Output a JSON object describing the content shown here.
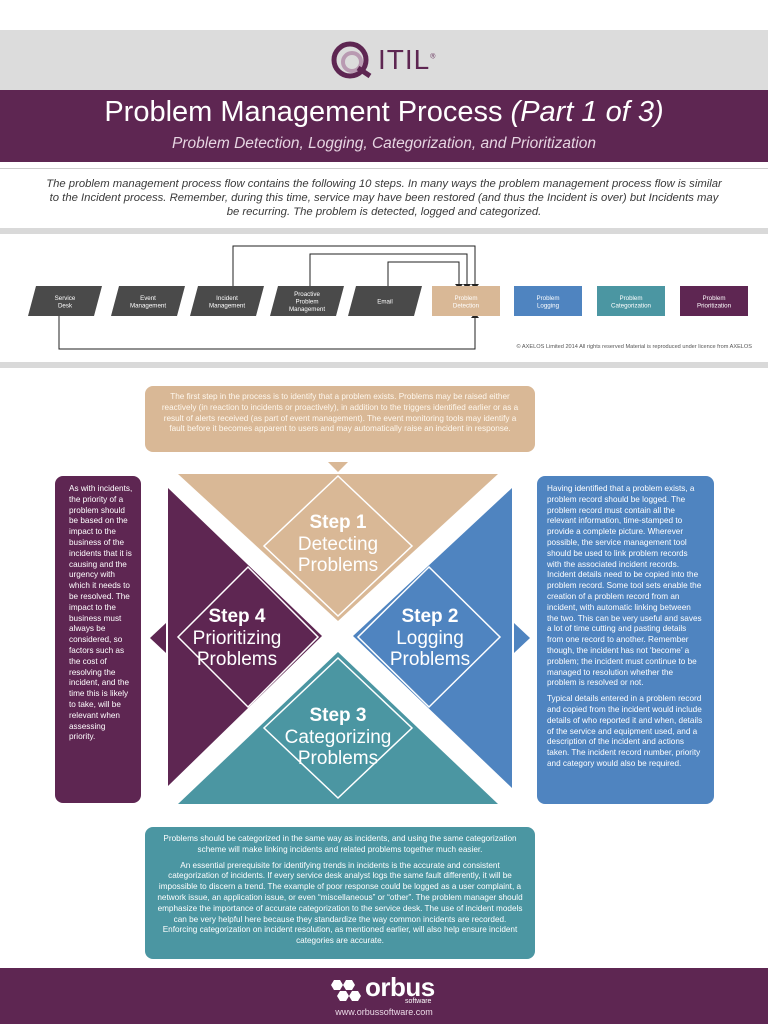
{
  "header": {
    "logo_text": "ITIL",
    "logo_mark": "®",
    "title": "Problem Management Process",
    "title_part": "(Part 1 of 3)",
    "subtitle": "Problem Detection, Logging, Categorization, and Prioritization"
  },
  "intro": "The problem management process flow contains the following 10 steps. In many ways the problem management process flow is similar to the Incident process. Remember, during this time, service may have been restored (and thus the Incident is over) but Incidents may be recurring. The problem is detected, logged and categorized.",
  "process_row": {
    "sources": [
      {
        "label": "Service\nDesk"
      },
      {
        "label": "Event\nManagement"
      },
      {
        "label": "Incident\nManagement"
      },
      {
        "label": "Proactive\nProblem\nManagement"
      },
      {
        "label": "Email"
      }
    ],
    "steps": [
      {
        "label": "Problem\nDetection",
        "color": "#d9b896"
      },
      {
        "label": "Problem\nLogging",
        "color": "#4f84c0"
      },
      {
        "label": "Problem\nCategorization",
        "color": "#4b96a2"
      },
      {
        "label": "Problem\nPrioritization",
        "color": "#5e2652"
      }
    ],
    "copyright": "© AXELOS Limited 2014 All rights reserved Material is reproduced under licence from AXELOS"
  },
  "top_text": "The first step in the process is to identify that a problem exists. Problems may be raised either reactively (in reaction to incidents or proactively), in addition to the triggers identified earlier or as a result of alerts received (as part of event management). The event monitoring tools may identify a fault before it becomes apparent to users and may automatically raise an incident in response.",
  "left_text": "As with incidents, the priority of a problem should be based on the impact to the business of the incidents that it is causing and the urgency with which it needs to be resolved. The impact to the business must always be considered, so factors such as the cost of resolving the incident, and the time this is likely to take, will be relevant when assessing priority.",
  "right_text": [
    "Having identified that a problem exists, a problem record should be logged. The problem record must contain all the relevant information, time-stamped to provide a complete picture. Wherever possible, the service management tool should be used to link problem records with the associated incident records. Incident details need to be copied into the problem record. Some tool sets enable the creation of a problem record from an incident, with automatic linking between the two. This can be very useful and saves a lot of time cutting and pasting details from one record to another. Remember though, the incident has not ‘become’ a problem; the incident must continue to be managed to resolution whether the problem is resolved or not.",
    "Typical details entered in a problem record and copied from the incident would include details of who reported it and when, details of the service and equipment used, and a description of the incident and actions taken. The incident record number, priority and category would also be required."
  ],
  "bottom_text": [
    "Problems should be categorized in the same way as incidents, and using the same categorization scheme will make linking incidents and related problems together much easier.",
    "An essential prerequisite for identifying trends in incidents is the accurate and consistent categorization of incidents. If every service desk analyst logs the same fault differently, it will be impossible to discern a trend. The example of poor response could be logged as a user complaint, a network issue, an application issue, or even “miscellaneous” or “other”. The problem manager should emphasize the importance of accurate categorization to the service desk. The use of incident models can be very helpful here because they standardize the way common incidents are recorded. Enforcing categorization on incident resolution, as mentioned earlier, will also help ensure incident categories are accurate."
  ],
  "steps": [
    {
      "step": "Step 1",
      "line1": "Detecting",
      "line2": "Problems",
      "color": "#d9b896"
    },
    {
      "step": "Step 2",
      "line1": "Logging",
      "line2": "Problems",
      "color": "#4f84c0"
    },
    {
      "step": "Step 3",
      "line1": "Categorizing",
      "line2": "Problems",
      "color": "#4b96a2"
    },
    {
      "step": "Step 4",
      "line1": "Prioritizing",
      "line2": "Problems",
      "color": "#5e2652"
    }
  ],
  "footer": {
    "brand": "orbus",
    "brand_sub": "software",
    "url": "www.orbussoftware.com"
  }
}
